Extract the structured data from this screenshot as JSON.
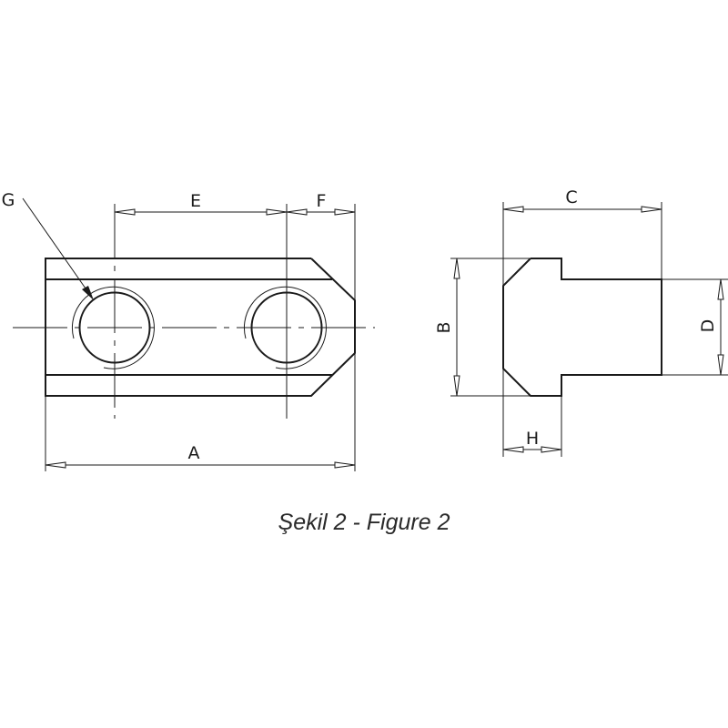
{
  "labels": {
    "A": "A",
    "B": "B",
    "C": "C",
    "D": "D",
    "E": "E",
    "F": "F",
    "G": "G",
    "H": "H"
  },
  "caption": "Şekil 2 - Figure 2"
}
